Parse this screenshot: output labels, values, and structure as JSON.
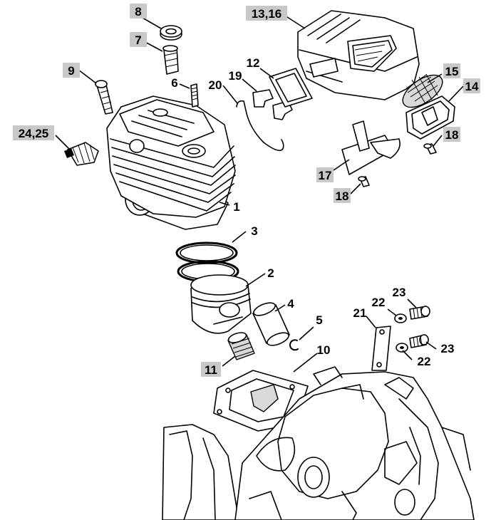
{
  "callouts": {
    "c1": "1",
    "c2": "2",
    "c3": "3",
    "c4": "4",
    "c5": "5",
    "c6": "6",
    "c7": "7",
    "c8": "8",
    "c9": "9",
    "c10": "10",
    "c11": "11",
    "c12": "12",
    "c13_16": "13,16",
    "c14": "14",
    "c15": "15",
    "c17": "17",
    "c18a": "18",
    "c18b": "18",
    "c19": "19",
    "c20": "20",
    "c21": "21",
    "c22a": "22",
    "c22b": "22",
    "c23a": "23",
    "c23b": "23",
    "c24_25": "24,25"
  }
}
